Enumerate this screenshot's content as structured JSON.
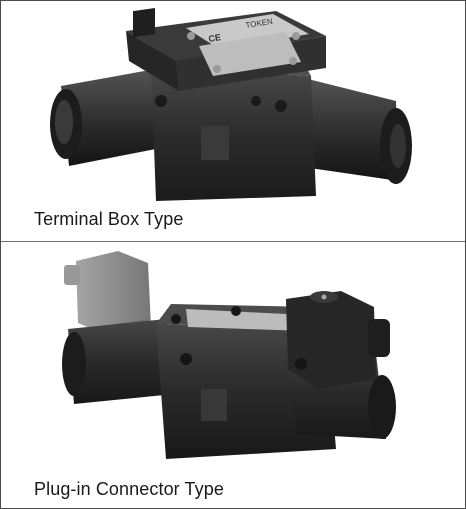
{
  "products": [
    {
      "caption": "Terminal Box Type",
      "image": "solenoid-valve-terminal-box-photo",
      "nameplate_brand": "TOKEN",
      "nameplate_mark": "CE"
    },
    {
      "caption": "Plug-in Connector Type",
      "image": "solenoid-valve-plug-in-connector-photo"
    }
  ],
  "colors": {
    "border": "#4a4a4a",
    "valve_body": "#2b2b2b",
    "connector_gray": "#8f8f8f",
    "nameplate": "#c9c9c9"
  }
}
